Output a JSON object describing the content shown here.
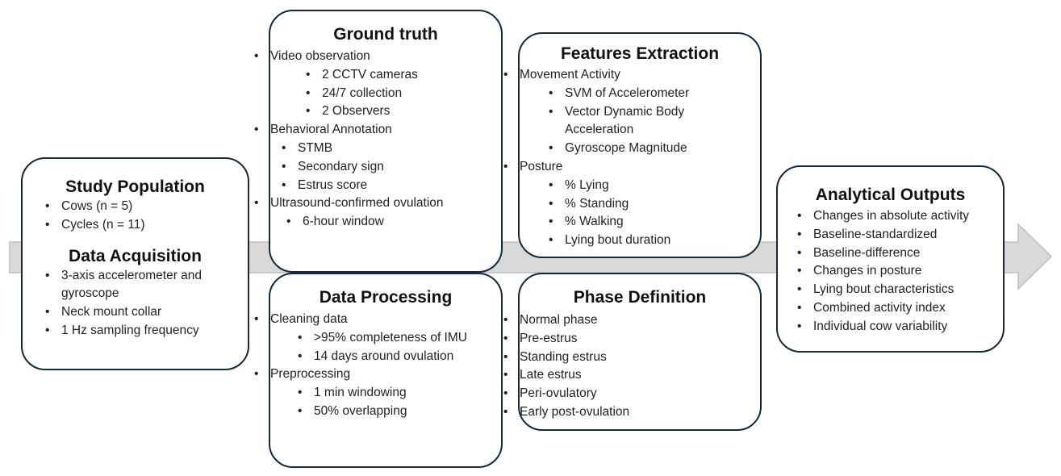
{
  "colors": {
    "box_border": "#15293a",
    "arrow_fill": "#d9d9d9",
    "arrow_stroke": "#bfbfbf",
    "text": "#111111"
  },
  "study_population": {
    "title": "Study Population",
    "items": [
      "Cows (n = 5)",
      "Cycles (n = 11)"
    ]
  },
  "data_acquisition": {
    "title": "Data Acquisition",
    "items": [
      "3-axis accelerometer and gyroscope",
      "Neck mount collar",
      "1 Hz sampling frequency"
    ]
  },
  "ground_truth": {
    "title": "Ground truth",
    "video": {
      "label": "Video observation",
      "sub": [
        "2 CCTV cameras",
        "24/7 collection",
        "2 Observers"
      ]
    },
    "behavioral": {
      "label": "Behavioral Annotation",
      "sub": [
        "STMB",
        "Secondary sign",
        "Estrus score"
      ]
    },
    "ultrasound": {
      "label": "Ultrasound-confirmed ovulation",
      "sub": [
        "6-hour window"
      ]
    }
  },
  "data_processing": {
    "title": "Data Processing",
    "cleaning": {
      "label": "Cleaning data",
      "sub": [
        ">95% completeness of IMU",
        "14 days around ovulation"
      ]
    },
    "preprocessing": {
      "label": "Preprocessing",
      "sub": [
        "1 min windowing",
        "50% overlapping"
      ]
    }
  },
  "features_extraction": {
    "title": "Features Extraction",
    "movement": {
      "label": "Movement Activity",
      "sub": [
        "SVM of Accelerometer",
        "Vector Dynamic Body Acceleration",
        "Gyroscope Magnitude"
      ]
    },
    "posture": {
      "label": "Posture",
      "sub": [
        "% Lying",
        "% Standing",
        "% Walking",
        "Lying bout duration"
      ]
    }
  },
  "phase_definition": {
    "title": "Phase Definition",
    "items": [
      "Normal phase",
      "Pre-estrus",
      "Standing estrus",
      "Late estrus",
      "Peri-ovulatory",
      "Early post-ovulation"
    ]
  },
  "analytical_outputs": {
    "title": "Analytical Outputs",
    "items": [
      "Changes in absolute activity",
      "Baseline-standardized",
      "Baseline-difference",
      "Changes in posture",
      "Lying bout characteristics",
      "Combined activity index",
      "Individual cow variability"
    ]
  }
}
